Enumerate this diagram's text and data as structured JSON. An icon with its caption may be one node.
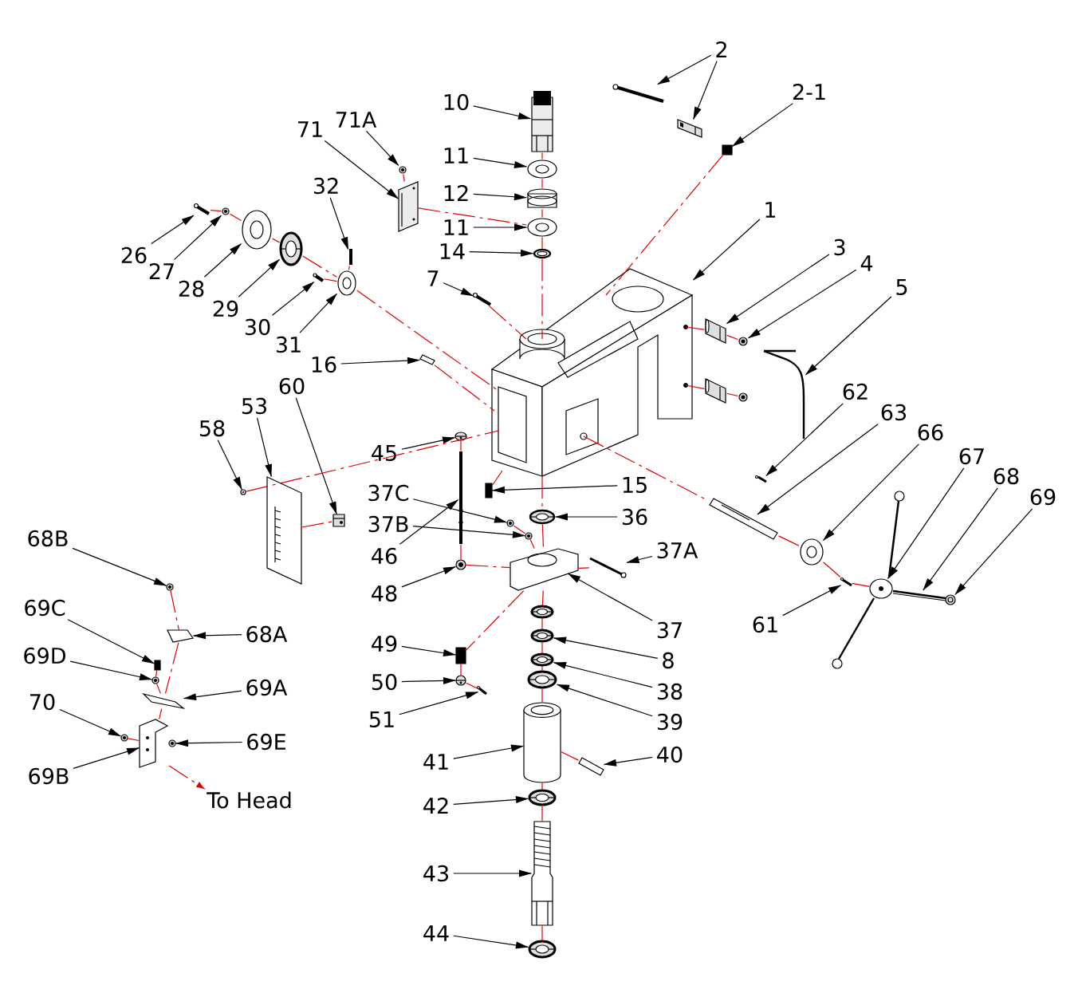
{
  "diagram": {
    "nodes": [
      {
        "text": [
          "2"
        ]
      },
      {
        "text": [
          "2-1"
        ]
      },
      {
        "text": [
          "10"
        ]
      },
      {
        "text": [
          "71A"
        ]
      },
      {
        "text": [
          "71"
        ]
      },
      {
        "text": [
          "11"
        ]
      },
      {
        "text": [
          "12"
        ]
      },
      {
        "text": [
          "32"
        ]
      },
      {
        "text": [
          "1"
        ]
      },
      {
        "text": [
          "11"
        ]
      },
      {
        "text": [
          "26"
        ]
      },
      {
        "text": [
          "3"
        ]
      },
      {
        "text": [
          "14"
        ]
      },
      {
        "text": [
          "27"
        ]
      },
      {
        "text": [
          "4"
        ]
      },
      {
        "text": [
          "7"
        ]
      },
      {
        "text": [
          "28"
        ]
      },
      {
        "text": [
          "5"
        ]
      },
      {
        "text": [
          "29"
        ]
      },
      {
        "text": [
          "30"
        ]
      },
      {
        "text": [
          "31"
        ]
      },
      {
        "text": [
          "16"
        ]
      },
      {
        "text": [
          "60"
        ]
      },
      {
        "text": [
          "62"
        ]
      },
      {
        "text": [
          "53"
        ]
      },
      {
        "text": [
          "63"
        ]
      },
      {
        "text": [
          "58"
        ]
      },
      {
        "text": [
          "66"
        ]
      },
      {
        "text": [
          "45"
        ]
      },
      {
        "text": [
          "67"
        ]
      },
      {
        "text": [
          "68"
        ]
      },
      {
        "text": [
          "15"
        ]
      },
      {
        "text": [
          "37C"
        ]
      },
      {
        "text": [
          "69"
        ]
      },
      {
        "text": [
          "36"
        ]
      },
      {
        "text": [
          "37B"
        ]
      },
      {
        "text": [
          "68B"
        ]
      },
      {
        "text": [
          "46"
        ]
      },
      {
        "text": [
          "37A"
        ]
      },
      {
        "text": [
          "48"
        ]
      },
      {
        "text": [
          "69C"
        ]
      },
      {
        "text": [
          "61"
        ]
      },
      {
        "text": [
          "37"
        ]
      },
      {
        "text": [
          "68A"
        ]
      },
      {
        "text": [
          "49"
        ]
      },
      {
        "text": [
          "8"
        ]
      },
      {
        "text": [
          "69D"
        ]
      },
      {
        "text": [
          "50"
        ]
      },
      {
        "text": [
          "38"
        ]
      },
      {
        "text": [
          "69A"
        ]
      },
      {
        "text": [
          "70"
        ]
      },
      {
        "text": [
          "51"
        ]
      },
      {
        "text": [
          "39"
        ]
      },
      {
        "text": [
          "69E"
        ]
      },
      {
        "text": [
          "40"
        ]
      },
      {
        "text": [
          "41"
        ]
      },
      {
        "text": [
          "69B"
        ]
      },
      {
        "text": [
          "42"
        ]
      },
      {
        "text": [
          "43"
        ]
      },
      {
        "text": [
          "44"
        ]
      },
      {
        "text": [],
        "shape": "picture"
      },
      {
        "text": [],
        "shape": "picture"
      },
      {
        "text": [],
        "shape": "box"
      },
      {
        "text": [],
        "shape": "picture"
      },
      {
        "text": [],
        "shape": "picture"
      },
      {
        "text": [],
        "shape": "picture"
      },
      {
        "text": [],
        "shape": "picture"
      },
      {
        "text": [],
        "shape": "picture"
      },
      {
        "text": [],
        "shape": "picture"
      },
      {
        "text": [],
        "shape": "picture"
      },
      {
        "text": [],
        "shape": "picture"
      },
      {
        "text": [],
        "shape": "picture"
      },
      {
        "text": [],
        "shape": "picture"
      },
      {
        "text": [],
        "shape": "picture"
      },
      {
        "text": [],
        "shape": "picture"
      },
      {
        "text": [],
        "shape": "picture"
      },
      {
        "text": [],
        "shape": "picture"
      },
      {
        "text": [],
        "shape": "picture"
      },
      {
        "text": [],
        "shape": "picture"
      },
      {
        "text": [],
        "shape": "picture"
      },
      {
        "text": [],
        "shape": "picture"
      },
      {
        "text": [],
        "shape": "picture"
      },
      {
        "text": [],
        "shape": "picture"
      },
      {
        "text": [],
        "shape": "picture"
      },
      {
        "text": [],
        "shape": "picture"
      },
      {
        "text": [],
        "shape": "picture"
      },
      {
        "text": [],
        "shape": "picture"
      },
      {
        "text": [],
        "shape": "picture"
      },
      {
        "text": [],
        "shape": "picture"
      },
      {
        "text": [],
        "shape": "picture"
      },
      {
        "text": [],
        "shape": "picture"
      },
      {
        "text": [],
        "shape": "picture"
      },
      {
        "text": [],
        "shape": "box"
      },
      {
        "text": [],
        "shape": "picture"
      },
      {
        "text": [],
        "shape": "picture"
      },
      {
        "text": [],
        "shape": "picture"
      },
      {
        "text": [],
        "shape": "picture"
      },
      {
        "text": [],
        "shape": "picture"
      },
      {
        "text": [],
        "shape": "picture"
      },
      {
        "text": [],
        "shape": "picture"
      },
      {
        "text": [],
        "shape": "picture"
      },
      {
        "text": [],
        "shape": "box"
      },
      {
        "text": [],
        "shape": "picture"
      },
      {
        "text": [],
        "shape": "picture"
      },
      {
        "text": [],
        "shape": "picture"
      },
      {
        "text": [],
        "shape": "box"
      },
      {
        "text": [],
        "shape": "picture"
      },
      {
        "text": [],
        "shape": "picture"
      },
      {
        "text": [],
        "shape": "picture"
      },
      {
        "text": [],
        "shape": "picture"
      },
      {
        "text": [],
        "shape": "picture"
      },
      {
        "text": [],
        "shape": "picture"
      },
      {
        "text": [],
        "shape": "picture"
      },
      {
        "text": [],
        "shape": "picture"
      },
      {
        "text": [],
        "shape": "picture"
      },
      {
        "text": [],
        "shape": "picture"
      },
      {
        "text": [],
        "shape": "cylinder"
      },
      {
        "text": [],
        "shape": "picture"
      },
      {
        "text": [],
        "shape": "picture"
      },
      {
        "text": [],
        "shape": "picture"
      },
      {
        "text": [],
        "shape": "picture"
      },
      {
        "text": [],
        "shape": "picture"
      },
      {
        "text": [],
        "shape": "picture"
      },
      {
        "text": [],
        "shape": "picture"
      },
      {
        "text": [],
        "shape": "picture"
      },
      {
        "text": [],
        "shape": "picture"
      }
    ],
    "edges": [
      {
        "from": 0,
        "to": 60,
        "arrow": "to"
      },
      {
        "from": 0,
        "to": 61,
        "arrow": "to"
      },
      {
        "from": 1,
        "to": 62,
        "arrow": "to"
      },
      {
        "from": 2,
        "to": 63,
        "arrow": "to"
      },
      {
        "from": 3,
        "to": 64,
        "arrow": "to"
      },
      {
        "from": 4,
        "to": 65,
        "arrow": "to"
      },
      {
        "from": 5,
        "to": 66,
        "arrow": "to"
      },
      {
        "from": 6,
        "to": 67,
        "arrow": "to"
      },
      {
        "from": 7,
        "to": 68,
        "arrow": "to"
      },
      {
        "from": 8,
        "to": 69,
        "arrow": "to"
      },
      {
        "from": 9,
        "to": 70,
        "arrow": "to"
      },
      {
        "from": 10,
        "to": 71,
        "arrow": "to"
      },
      {
        "from": 11,
        "to": 72,
        "arrow": "to"
      },
      {
        "from": 12,
        "to": 73,
        "arrow": "to"
      },
      {
        "from": 13,
        "to": 74,
        "arrow": "to"
      },
      {
        "from": 14,
        "to": 75,
        "arrow": "to"
      },
      {
        "from": 15,
        "to": 76,
        "arrow": "to"
      },
      {
        "from": 16,
        "to": 77,
        "arrow": "to"
      },
      {
        "from": 17,
        "to": 78,
        "arrow": "to"
      },
      {
        "from": 18,
        "to": 79,
        "arrow": "to"
      },
      {
        "from": 19,
        "to": 80,
        "arrow": "to"
      },
      {
        "from": 20,
        "to": 81,
        "arrow": "to"
      },
      {
        "from": 21,
        "to": 82,
        "arrow": "to"
      },
      {
        "from": 22,
        "to": 83,
        "arrow": "to"
      },
      {
        "from": 23,
        "to": 84,
        "arrow": "to"
      },
      {
        "from": 24,
        "to": 85,
        "arrow": "to"
      },
      {
        "from": 25,
        "to": 86,
        "arrow": "to"
      },
      {
        "from": 26,
        "to": 87,
        "arrow": "to"
      },
      {
        "from": 27,
        "to": 88,
        "arrow": "to"
      },
      {
        "from": 28,
        "to": 89,
        "arrow": "to"
      },
      {
        "from": 29,
        "to": 90,
        "arrow": "to"
      },
      {
        "from": 30,
        "to": 91,
        "arrow": "to"
      },
      {
        "from": 31,
        "to": 92,
        "arrow": "to"
      },
      {
        "from": 32,
        "to": 93,
        "arrow": "to"
      },
      {
        "from": 33,
        "to": 94,
        "arrow": "to"
      },
      {
        "from": 34,
        "to": 95,
        "arrow": "to"
      },
      {
        "from": 35,
        "to": 96,
        "arrow": "to"
      },
      {
        "from": 36,
        "to": 97,
        "arrow": "to"
      },
      {
        "from": 37,
        "to": 98,
        "arrow": "to"
      },
      {
        "from": 38,
        "to": 99,
        "arrow": "to"
      },
      {
        "from": 39,
        "to": 100,
        "arrow": "to"
      },
      {
        "from": 40,
        "to": 101,
        "arrow": "to"
      },
      {
        "from": 41,
        "to": 102,
        "arrow": "to"
      },
      {
        "from": 42,
        "to": 103,
        "arrow": "to"
      },
      {
        "from": 43,
        "to": 104,
        "arrow": "to"
      },
      {
        "from": 44,
        "to": 105,
        "arrow": "to"
      },
      {
        "from": 45,
        "to": 106,
        "arrow": "to"
      },
      {
        "from": 46,
        "to": 107,
        "arrow": "to"
      },
      {
        "from": 47,
        "to": 108,
        "arrow": "to"
      },
      {
        "from": 48,
        "to": 109,
        "arrow": "to"
      },
      {
        "from": 49,
        "to": 110,
        "arrow": "to"
      },
      {
        "from": 50,
        "to": 111,
        "arrow": "to"
      },
      {
        "from": 51,
        "to": 112,
        "arrow": "to"
      },
      {
        "from": 52,
        "to": 113,
        "arrow": "to"
      },
      {
        "from": 53,
        "to": 114,
        "arrow": "to"
      },
      {
        "from": 54,
        "to": 115,
        "arrow": "to"
      },
      {
        "from": 55,
        "to": 116,
        "arrow": "to"
      },
      {
        "from": 56,
        "to": 117,
        "arrow": "to"
      },
      {
        "from": 57,
        "to": 118,
        "arrow": "to"
      },
      {
        "from": 58,
        "to": 119,
        "arrow": "to"
      },
      {
        "from": 59,
        "to": 120,
        "arrow": "to"
      },
      {
        "from": 63,
        "to": 66,
        "arrow": "none",
        "style": "dashed",
        "color": "#e00000"
      },
      {
        "from": 66,
        "to": 67,
        "arrow": "none",
        "style": "dashed",
        "color": "#e00000"
      },
      {
        "from": 67,
        "to": 70,
        "arrow": "none",
        "style": "dashed",
        "color": "#e00000"
      },
      {
        "from": 70,
        "to": 73,
        "arrow": "none",
        "style": "dashed",
        "color": "#e00000"
      },
      {
        "from": 73,
        "to": 69,
        "arrow": "none",
        "style": "dashed",
        "color": "#e00000"
      },
      {
        "from": 69,
        "to": 95,
        "arrow": "none",
        "style": "dashed",
        "color": "#e00000"
      },
      {
        "from": 95,
        "to": 103,
        "arrow": "none",
        "style": "dashed",
        "color": "#e00000"
      },
      {
        "from": 103,
        "to": 123,
        "arrow": "none",
        "style": "dashed",
        "color": "#e00000"
      },
      {
        "from": 123,
        "to": 106,
        "arrow": "none",
        "style": "dashed",
        "color": "#e00000"
      },
      {
        "from": 106,
        "to": 109,
        "arrow": "none",
        "style": "dashed",
        "color": "#e00000"
      },
      {
        "from": 109,
        "to": 113,
        "arrow": "none",
        "style": "dashed",
        "color": "#e00000"
      },
      {
        "from": 113,
        "to": 116,
        "arrow": "none",
        "style": "dashed",
        "color": "#e00000"
      },
      {
        "from": 116,
        "to": 118,
        "arrow": "none",
        "style": "dashed",
        "color": "#e00000"
      },
      {
        "from": 118,
        "to": 119,
        "arrow": "none",
        "style": "dashed",
        "color": "#e00000"
      },
      {
        "from": 119,
        "to": 120,
        "arrow": "none",
        "style": "dashed",
        "color": "#e00000"
      },
      {
        "from": 69,
        "to": 92,
        "arrow": "none",
        "style": "dashed",
        "color": "#e00000"
      },
      {
        "from": 71,
        "to": 74,
        "arrow": "none",
        "style": "dashed",
        "color": "#e00000"
      },
      {
        "from": 74,
        "to": 77,
        "arrow": "none",
        "style": "dashed",
        "color": "#e00000"
      },
      {
        "from": 77,
        "to": 79,
        "arrow": "none",
        "style": "dashed",
        "color": "#e00000"
      },
      {
        "from": 79,
        "to": 81,
        "arrow": "none",
        "style": "dashed",
        "color": "#e00000"
      },
      {
        "from": 80,
        "to": 81,
        "arrow": "none",
        "style": "dashed",
        "color": "#e00000"
      },
      {
        "from": 68,
        "to": 81,
        "arrow": "none",
        "style": "dashed",
        "color": "#e00000"
      },
      {
        "from": 81,
        "to": 69,
        "arrow": "none",
        "style": "dashed",
        "color": "#e00000"
      },
      {
        "from": 82,
        "to": 69,
        "arrow": "none",
        "style": "dashed",
        "color": "#e00000"
      },
      {
        "from": 87,
        "to": 69,
        "arrow": "none",
        "style": "dashed",
        "color": "#e00000"
      },
      {
        "from": 85,
        "to": 83,
        "arrow": "none",
        "style": "dashed",
        "color": "#e00000"
      },
      {
        "from": 64,
        "to": 65,
        "arrow": "none",
        "style": "dashed",
        "color": "#e00000"
      },
      {
        "from": 65,
        "to": 70,
        "arrow": "none",
        "style": "dashed",
        "color": "#e00000"
      },
      {
        "from": 76,
        "to": 69,
        "arrow": "none",
        "style": "dashed",
        "color": "#e00000"
      },
      {
        "from": 62,
        "to": 69,
        "arrow": "none",
        "style": "dashed",
        "color": "#e00000"
      },
      {
        "from": 69,
        "to": 72,
        "arrow": "none",
        "style": "dashed",
        "color": "#e00000"
      },
      {
        "from": 72,
        "to": 75,
        "arrow": "none",
        "style": "dashed",
        "color": "#e00000"
      },
      {
        "from": 69,
        "to": 121,
        "arrow": "none",
        "style": "dashed",
        "color": "#e00000"
      },
      {
        "from": 121,
        "to": 122,
        "arrow": "none",
        "style": "dashed",
        "color": "#e00000"
      },
      {
        "from": 69,
        "to": 86,
        "arrow": "none",
        "style": "dashed",
        "color": "#e00000"
      },
      {
        "from": 86,
        "to": 88,
        "arrow": "none",
        "style": "dashed",
        "color": "#e00000"
      },
      {
        "from": 88,
        "to": 102,
        "arrow": "none",
        "style": "dashed",
        "color": "#e00000"
      },
      {
        "from": 102,
        "to": 90,
        "arrow": "none",
        "style": "dashed",
        "color": "#e00000"
      },
      {
        "from": 89,
        "to": 98,
        "arrow": "none",
        "style": "dashed",
        "color": "#e00000"
      },
      {
        "from": 98,
        "to": 100,
        "arrow": "none",
        "style": "dashed",
        "color": "#e00000"
      },
      {
        "from": 100,
        "to": 103,
        "arrow": "none",
        "style": "dashed",
        "color": "#e00000"
      },
      {
        "from": 103,
        "to": 105,
        "arrow": "none",
        "style": "dashed",
        "color": "#e00000"
      },
      {
        "from": 105,
        "to": 108,
        "arrow": "none",
        "style": "dashed",
        "color": "#e00000"
      },
      {
        "from": 108,
        "to": 112,
        "arrow": "none",
        "style": "dashed",
        "color": "#e00000"
      },
      {
        "from": 93,
        "to": 96,
        "arrow": "none",
        "style": "dashed",
        "color": "#e00000"
      },
      {
        "from": 96,
        "to": 103,
        "arrow": "none",
        "style": "dashed",
        "color": "#e00000"
      },
      {
        "from": 103,
        "to": 99,
        "arrow": "none",
        "style": "dashed",
        "color": "#e00000"
      },
      {
        "from": 97,
        "to": 104,
        "arrow": "none",
        "style": "dashed",
        "color": "#e00000"
      },
      {
        "from": 104,
        "to": 110,
        "arrow": "none",
        "style": "dashed",
        "color": "#e00000"
      },
      {
        "from": 101,
        "to": 107,
        "arrow": "none",
        "style": "dashed",
        "color": "#e00000"
      },
      {
        "from": 107,
        "to": 110,
        "arrow": "none",
        "style": "dashed",
        "color": "#e00000"
      },
      {
        "from": 110,
        "to": 117,
        "arrow": "none",
        "style": "dashed",
        "color": "#e00000"
      },
      {
        "from": 111,
        "to": 117,
        "arrow": "none",
        "style": "dashed",
        "color": "#e00000"
      },
      {
        "from": 116,
        "to": 115,
        "arrow": "none",
        "style": "dashed",
        "color": "#e00000"
      }
    ],
    "labels": [
      "To Head"
    ]
  }
}
